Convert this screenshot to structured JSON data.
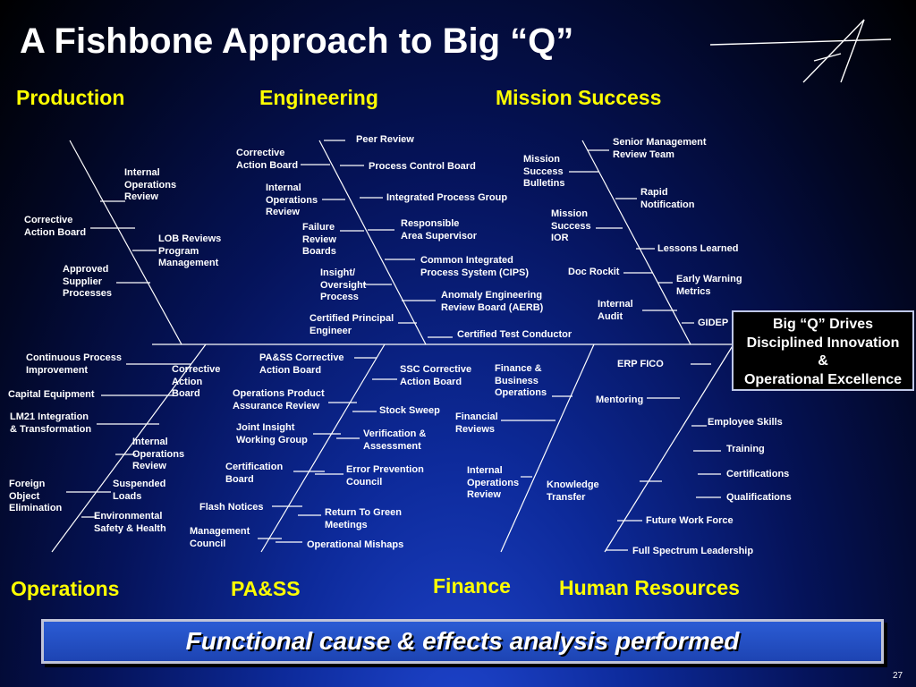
{
  "title": "A Fishbone Approach to Big “Q”",
  "categories": {
    "production": "Production",
    "engineering": "Engineering",
    "mission_success": "Mission Success",
    "operations": "Operations",
    "pass": "PA&SS",
    "finance": "Finance",
    "human_resources": "Human Resources"
  },
  "production_items": {
    "internal_operations_review": "Internal\nOperations\nReview",
    "corrective_action_board": "Corrective\nAction Board",
    "lob_reviews": "LOB Reviews\nProgram\nManagement",
    "approved_supplier_processes": "Approved\nSupplier\nProcesses"
  },
  "engineering_items": {
    "corrective_action_board": "Corrective\nAction Board",
    "peer_review": "Peer Review",
    "process_control_board": "Process Control Board",
    "internal_operations_review": "Internal\nOperations\nReview",
    "integrated_process_group": "Integrated Process Group",
    "failure_review_boards": "Failure\nReview\nBoards",
    "responsible_area_supervisor": "Responsible\nArea Supervisor",
    "cips": "Common Integrated\nProcess System (CIPS)",
    "insight_oversight": "Insight/\nOversight\nProcess",
    "aerb": "Anomaly Engineering\nReview Board (AERB)",
    "certified_principal_engineer": "Certified Principal\nEngineer",
    "certified_test_conductor": "Certified Test Conductor"
  },
  "mission_items": {
    "senior_management": "Senior Management\nReview Team",
    "bulletins": "Mission\nSuccess\nBulletins",
    "rapid_notification": "Rapid\nNotification",
    "ior": "Mission\nSuccess\nIOR",
    "lessons_learned": "Lessons Learned",
    "doc_rockit": "Doc Rockit",
    "early_warning": "Early Warning\nMetrics",
    "internal_audit": "Internal\nAudit",
    "gidep": "GIDEP"
  },
  "operations_items": {
    "continuous_process": "Continuous Process\nImprovement",
    "corrective_action_board": "Corrective\nAction\nBoard",
    "capital_equipment": "Capital Equipment",
    "lm21": "LM21 Integration\n& Transformation",
    "internal_operations_review": "Internal\nOperations\nReview",
    "foreign_object": "Foreign\nObject\nElimination",
    "suspended_loads": "Suspended\nLoads",
    "environmental_safety": "Environmental\nSafety & Health"
  },
  "pass_items": {
    "pass_corrective": "PA&SS Corrective\nAction Board",
    "ssc_corrective": "SSC Corrective\nAction Board",
    "ops_product_assurance": "Operations Product\nAssurance Review",
    "stock_sweep": "Stock Sweep",
    "joint_insight": "Joint Insight\nWorking Group",
    "verification": "Verification &\nAssessment",
    "certification_board": "Certification\nBoard",
    "error_prevention": "Error Prevention\nCouncil",
    "flash_notices": "Flash Notices",
    "return_to_green": "Return To Green\nMeetings",
    "management_council": "Management\nCouncil",
    "operational_mishaps": "Operational Mishaps"
  },
  "finance_items": {
    "finance_business_ops": "Finance &\nBusiness\nOperations",
    "financial_reviews": "Financial\nReviews",
    "internal_operations_review": "Internal\nOperations\nReview"
  },
  "hr_items": {
    "erp_fico": "ERP FICO",
    "mentoring": "Mentoring",
    "employee_skills": "Employee Skills",
    "training": "Training",
    "certifications": "Certifications",
    "knowledge_transfer": "Knowledge\nTransfer",
    "qualifications": "Qualifications",
    "future_work_force": "Future Work Force",
    "full_spectrum": "Full Spectrum Leadership"
  },
  "big_q_box": "Big “Q” Drives\nDisciplined Innovation\n&\nOperational Excellence",
  "banner": "Functional cause & effects analysis performed",
  "page_number": "27",
  "colors": {
    "category": "#ffff00",
    "text": "#ffffff",
    "lines": "#ffffff",
    "banner": "#2450c8"
  }
}
